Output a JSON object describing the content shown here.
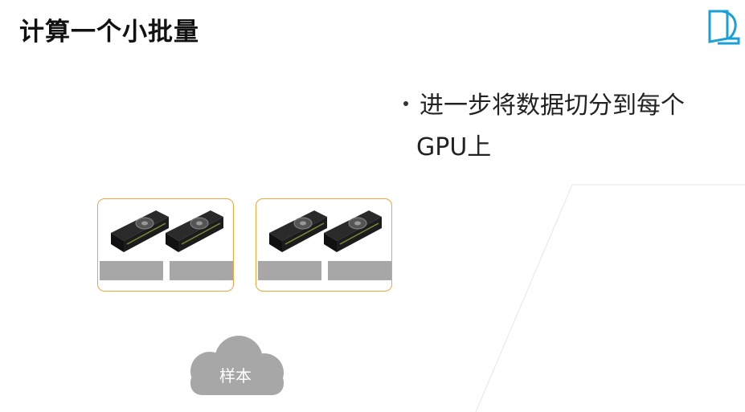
{
  "slide": {
    "title": "计算一个小批量",
    "bullet_line1": "进一步将数据切分到每个",
    "bullet_line2": "GPU上"
  },
  "diagram": {
    "cloud_label": "样本",
    "nodes": [
      {
        "gpus": [
          "gpu",
          "gpu"
        ]
      },
      {
        "gpus": [
          "gpu",
          "gpu"
        ]
      }
    ]
  },
  "colors": {
    "node_border": "#f0a43a",
    "slot_fill": "#a7a7a7",
    "cloud_fill": "#a7a7a7",
    "logo": "#1a9fd8"
  }
}
